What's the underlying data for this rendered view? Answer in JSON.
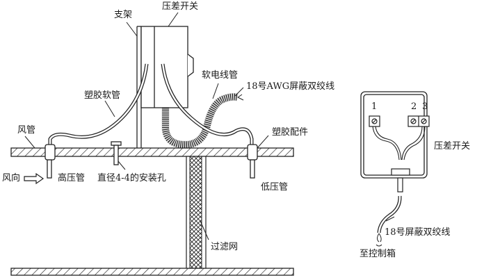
{
  "diagram": {
    "type": "installation-diagram",
    "left_view": {
      "labels": {
        "bracket": "支架",
        "pressure_switch": "压差开关",
        "plastic_hose": "塑胶软管",
        "flex_conduit": "软电线管",
        "awg_cable": "18号AWG屏蔽双绞线",
        "duct": "风管",
        "plastic_fitting": "塑胶配件",
        "wind_direction": "风向",
        "high_pressure_tube": "高压管",
        "mount_hole": "直径4-4的安装孔",
        "low_pressure_tube": "低压管",
        "filter": "过滤网"
      },
      "wind_arrow_icon": "arrow-right-outline"
    },
    "right_view": {
      "terminals": [
        "1",
        "2",
        "3"
      ],
      "labels": {
        "pressure_switch": "压差开关",
        "cable": "18号屏蔽双绞线",
        "to_control_box": "至控制箱"
      }
    }
  }
}
